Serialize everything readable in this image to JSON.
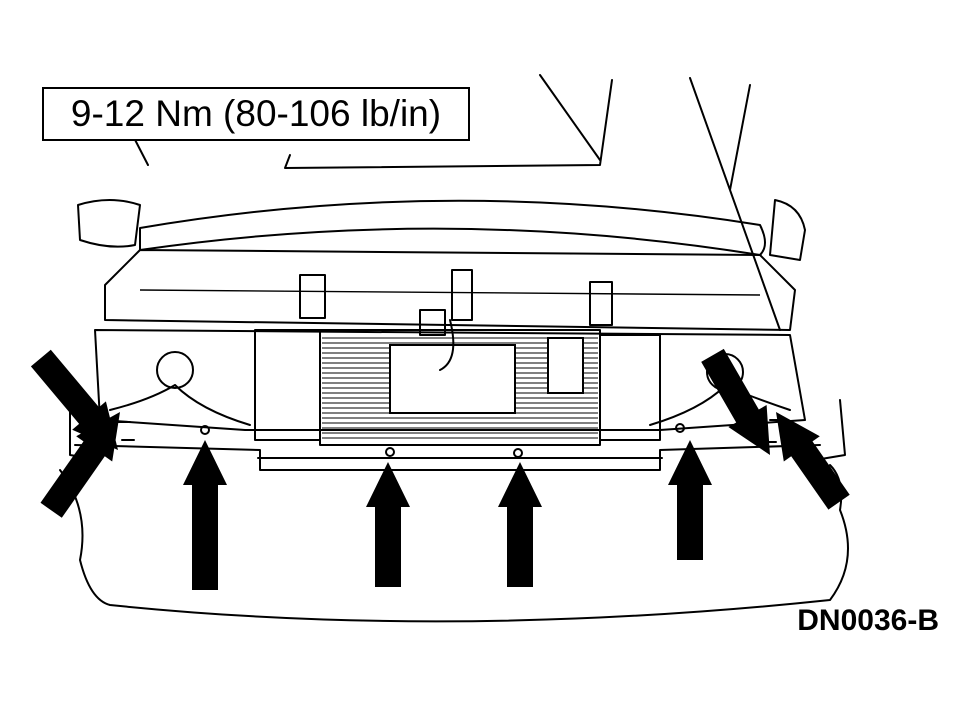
{
  "callout": {
    "torque_spec": "9-12 Nm (80-106 lb/in)"
  },
  "figure": {
    "id": "DN0036-B"
  },
  "colors": {
    "line": "#000000",
    "background": "#ffffff"
  },
  "fastener_arrows": {
    "count": 8
  }
}
